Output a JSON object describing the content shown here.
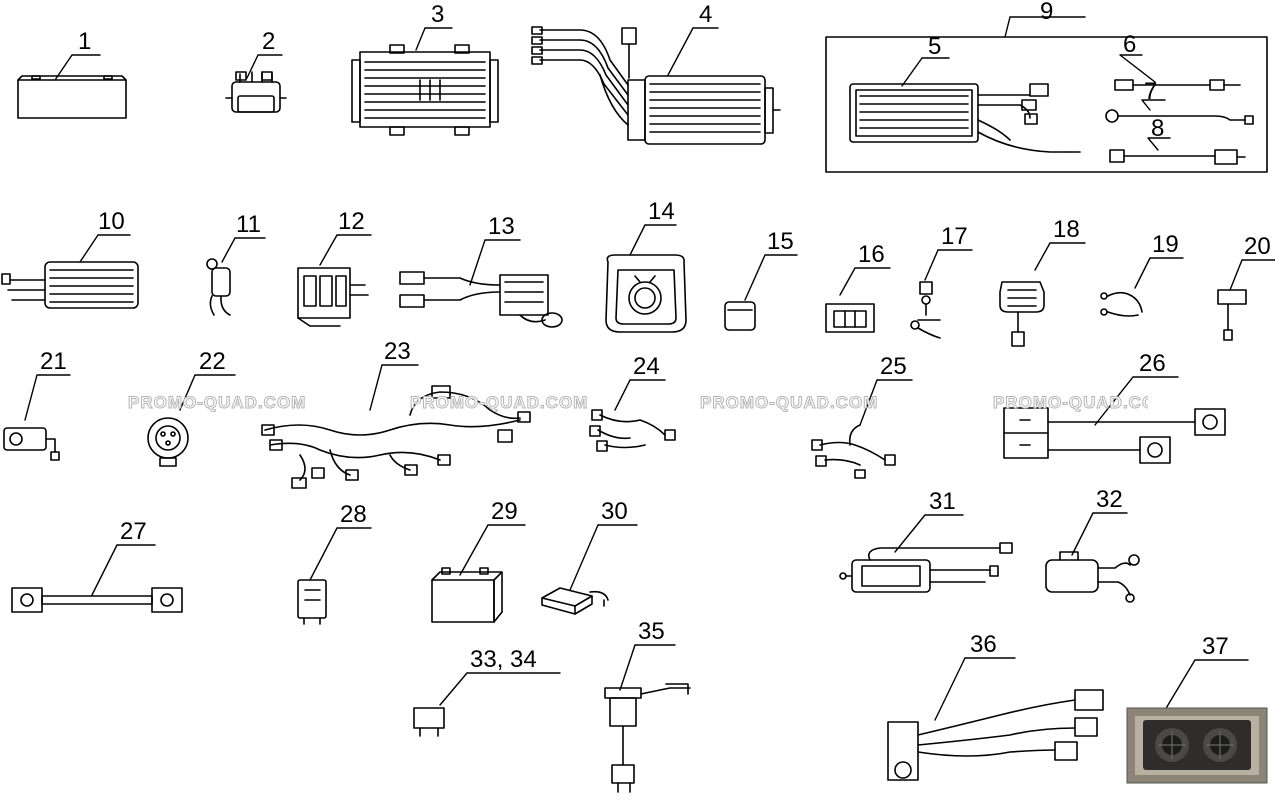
{
  "diagram": {
    "callouts": {
      "c1": "1",
      "c2": "2",
      "c3": "3",
      "c4": "4",
      "c5": "5",
      "c6": "6",
      "c7": "7",
      "c8": "8",
      "c9": "9",
      "c10": "10",
      "c11": "11",
      "c12": "12",
      "c13": "13",
      "c14": "14",
      "c15": "15",
      "c16": "16",
      "c17": "17",
      "c18": "18",
      "c19": "19",
      "c20": "20",
      "c21": "21",
      "c22": "22",
      "c23": "23",
      "c24": "24",
      "c25": "25",
      "c26": "26",
      "c27": "27",
      "c28": "28",
      "c29": "29",
      "c30": "30",
      "c31": "31",
      "c32": "32",
      "c33_34": "33, 34",
      "c35": "35",
      "c36": "36",
      "c37": "37"
    },
    "watermark": {
      "text": "PROMO-QUAD.COM",
      "partial_text": "PROMO-QUAD.COM"
    }
  }
}
